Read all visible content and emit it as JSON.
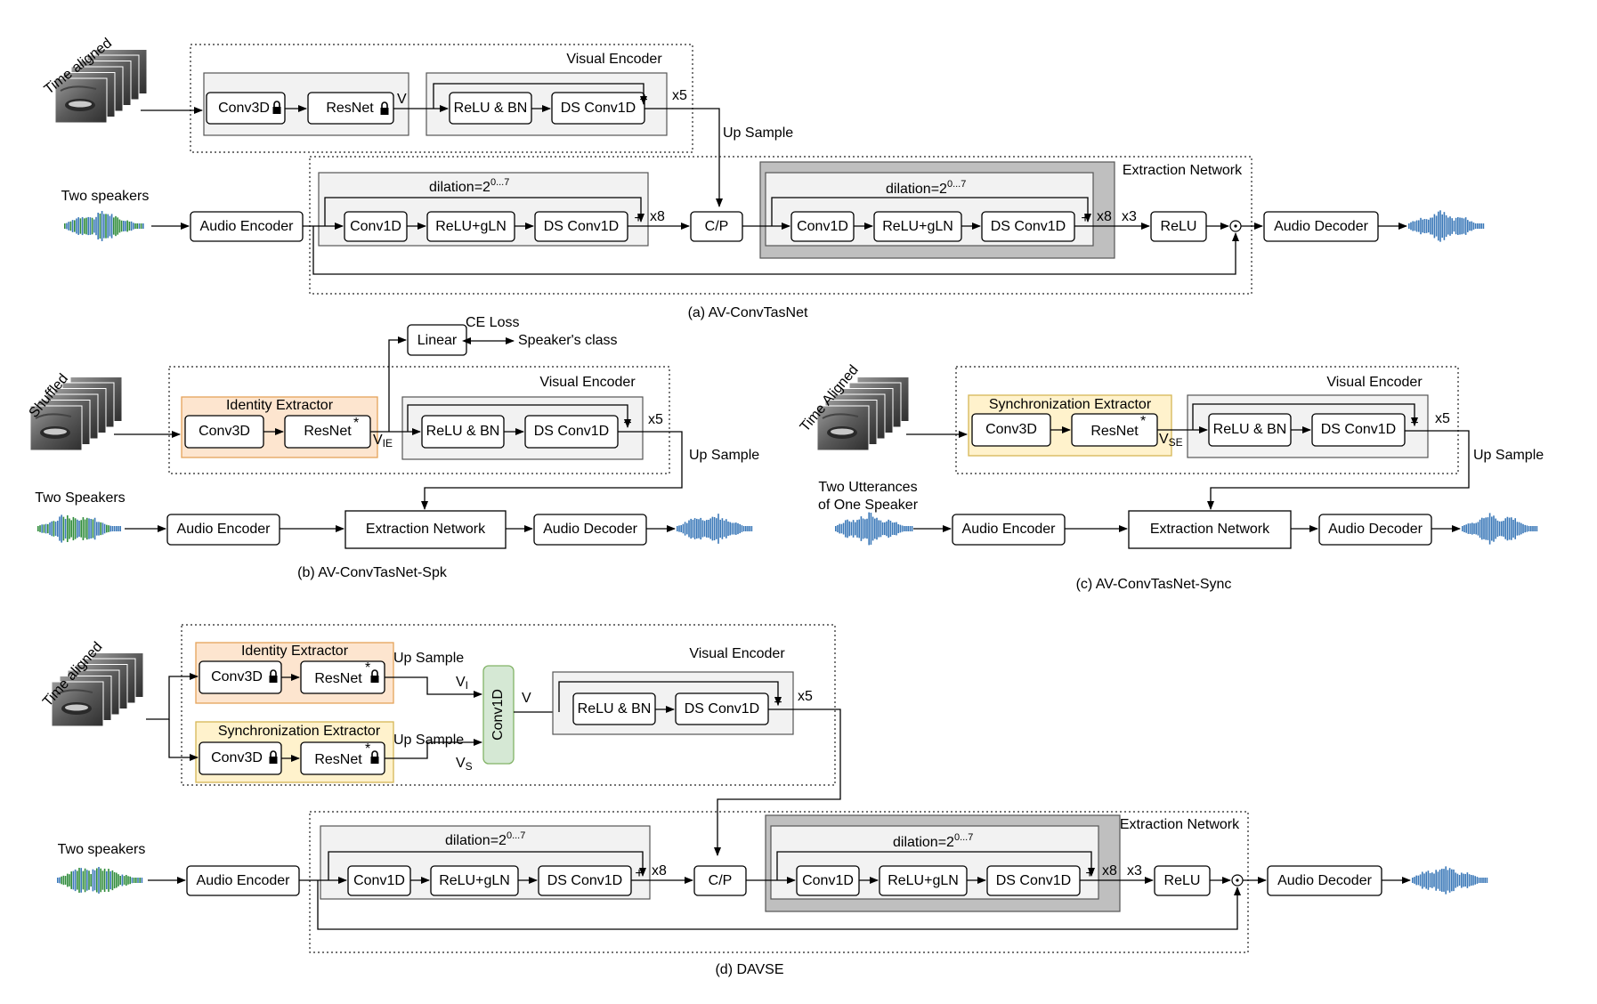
{
  "labels": {
    "time_aligned": "Time aligned",
    "time_aligned_cap": "Time Aligned",
    "shuffled": "Shuffled",
    "two_speakers": "Two speakers",
    "two_speakers_cap": "Two Speakers",
    "two_utterances_1": "Two Utterances",
    "two_utterances_2": "of One Speaker",
    "visual_encoder": "Visual Encoder",
    "extraction_network": "Extraction Network",
    "identity_extractor": "Identity Extractor",
    "synchronization_extractor": "Synchronization Extractor",
    "up_sample": "Up Sample",
    "ce_loss": "CE Loss",
    "speakers_class": "Speaker's class",
    "dilation": "dilation=2",
    "dilation_exp": "0...7",
    "x5": "x5",
    "x8": "x8",
    "x3": "x3",
    "plus": "+",
    "odot": "⊙",
    "v": "V",
    "v_ie": "IE",
    "v_se": "SE",
    "v_i": "I",
    "v_s": "S",
    "star": "*"
  },
  "blocks": {
    "conv3d": "Conv3D",
    "resnet": "ResNet",
    "relu_bn": "ReLU & BN",
    "ds_conv1d": "DS Conv1D",
    "audio_encoder": "Audio Encoder",
    "audio_decoder": "Audio Decoder",
    "conv1d": "Conv1D",
    "relu_gln": "ReLU+gLN",
    "cp": "C/P",
    "relu": "ReLU",
    "linear": "Linear",
    "extraction_network": "Extraction Network"
  },
  "captions": {
    "a": "(a) AV-ConvTasNet",
    "b": "(b) AV-ConvTasNet-Spk",
    "c": "(c) AV-ConvTasNet-Sync",
    "d": "(d) DAVSE"
  },
  "icons": {
    "lock": "lock-icon",
    "face_stack": "face-frames-icon",
    "waveform": "waveform-icon"
  },
  "colors": {
    "identity_fill": "#fde5cf",
    "sync_fill": "#fff2cc",
    "conv1d_fill": "#d5e8d4",
    "wave_blue": "#3a78b8",
    "wave_green": "#2e8b3a",
    "group_fill": "#f2f2f2",
    "extraction_fill": "#bfbfbf"
  }
}
